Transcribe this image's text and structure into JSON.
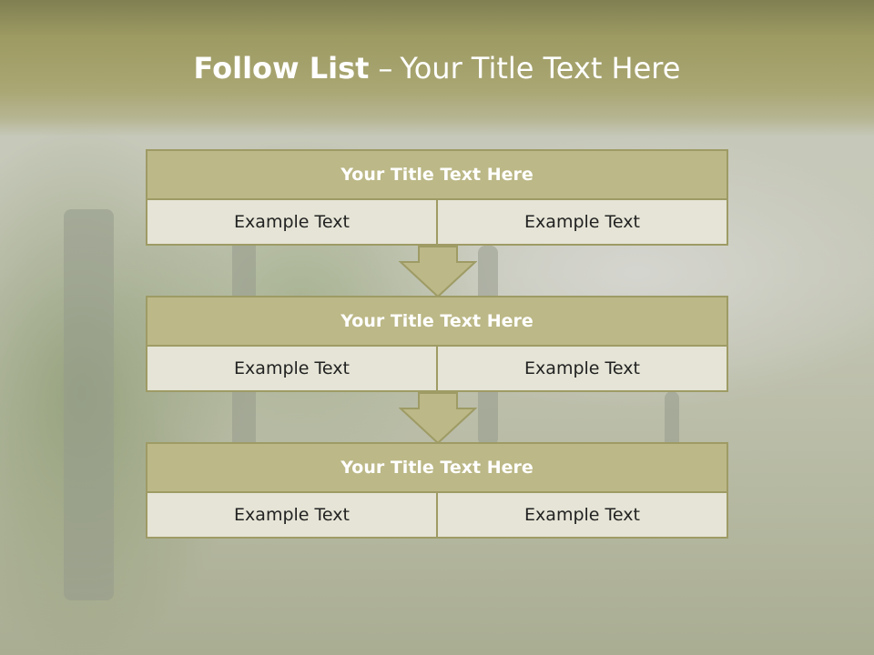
{
  "slide": {
    "title_bold": "Follow List",
    "title_separator": "–",
    "title_rest": "Your Title Text Here"
  },
  "blocks": [
    {
      "title": "Your Title Text Here",
      "left": "Example Text",
      "right": "Example Text"
    },
    {
      "title": "Your Title Text Here",
      "left": "Example Text",
      "right": "Example Text"
    },
    {
      "title": "Your Title Text Here",
      "left": "Example Text",
      "right": "Example Text"
    }
  ],
  "colors": {
    "header": "#9d9a62",
    "block_title": "#bcb887",
    "block_border": "#9e9b65",
    "cell_fill": "#e5e4d6"
  }
}
